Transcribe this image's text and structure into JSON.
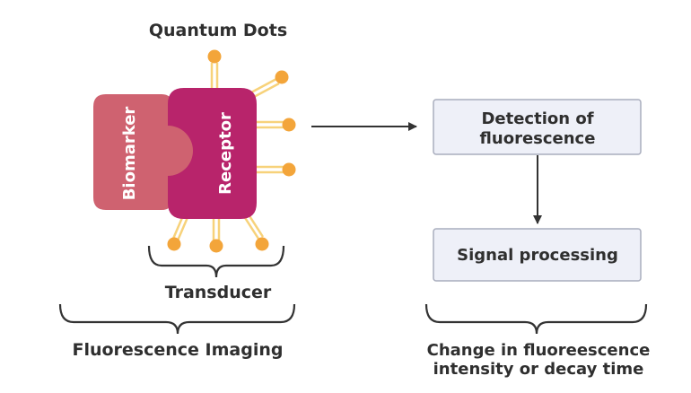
{
  "labels": {
    "quantum_dots": "Quantum Dots",
    "biomarker": "Biomarker",
    "receptor": "Receptor",
    "transducer": "Transducer",
    "fluorescence_imaging": "Fluorescence Imaging",
    "detection_line1": "Detection of",
    "detection_line2": "fluorescence",
    "signal_processing": "Signal processing",
    "change_line1": "Change in fluoreescence",
    "change_line2": "intensity or decay time"
  },
  "colors": {
    "biomarker": "#cf6270",
    "receptor": "#b8246b",
    "quantum_dot": "#f3a53a",
    "dot_stem": "#f7d27a",
    "box_fill": "#eef0f8",
    "box_stroke": "#a9adbd",
    "line": "#333333"
  }
}
